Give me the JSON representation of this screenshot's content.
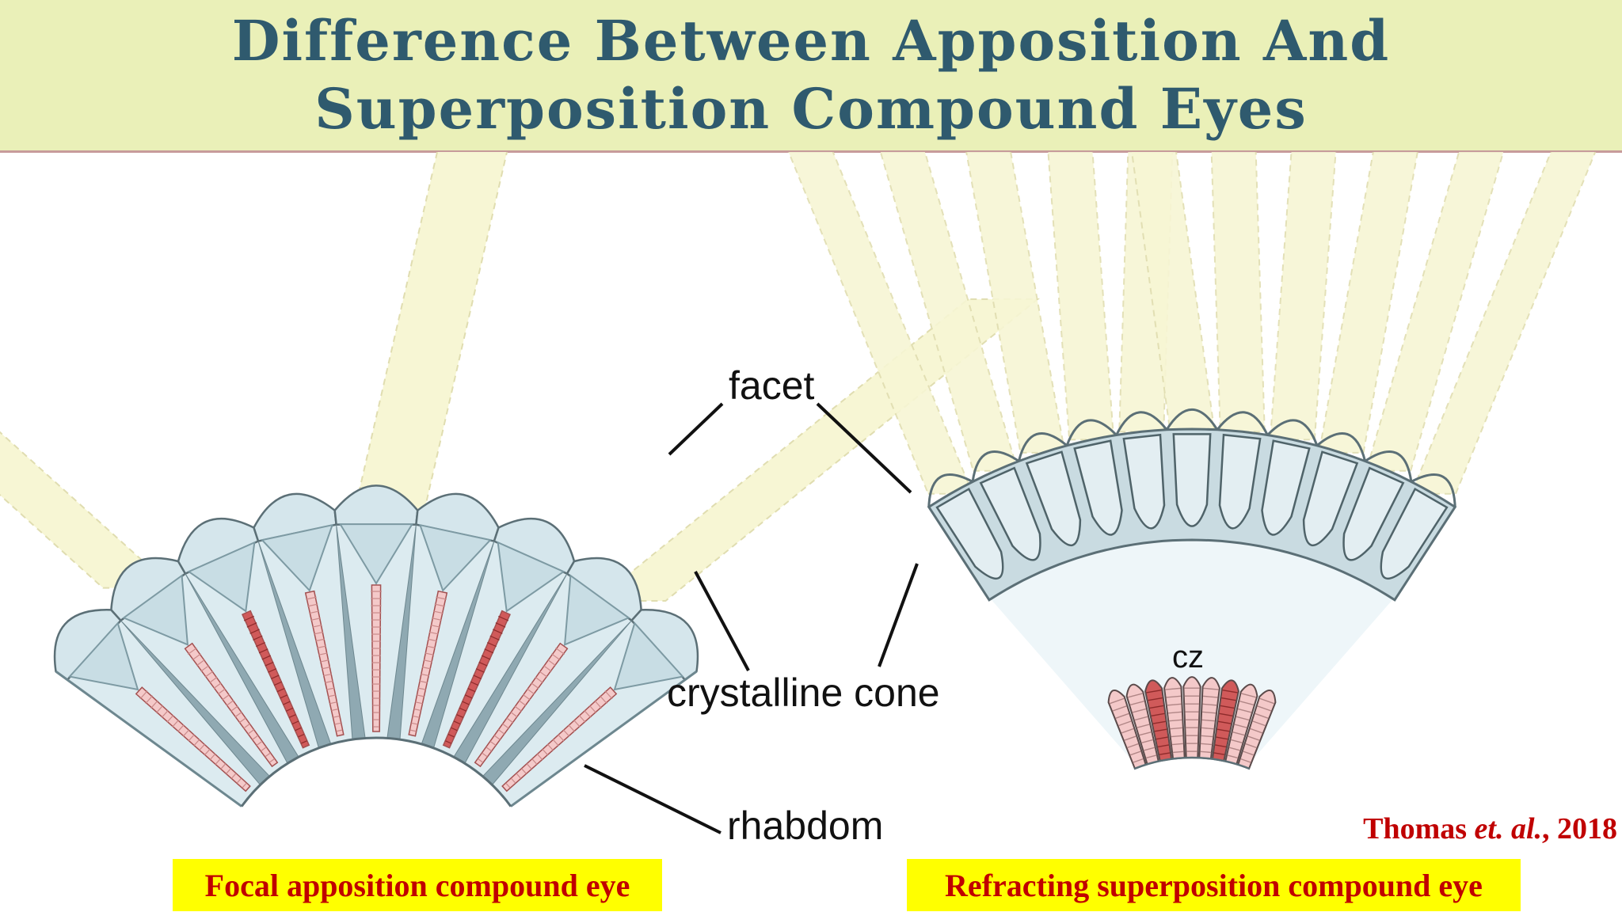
{
  "title": {
    "line1": "Difference Between Apposition And",
    "line2": "Superposition Compound Eyes"
  },
  "labels": {
    "facet": "facet",
    "crystalline_cone": "crystalline cone",
    "rhabdom": "rhabdom",
    "cz": "cz"
  },
  "captions": {
    "left": "Focal apposition compound eye",
    "right": "Refracting superposition compound eye"
  },
  "citation": {
    "author": "Thomas",
    "etal": "et. al.",
    "year": ", 2018"
  },
  "colors": {
    "title_band": "#eaf0b8",
    "title_text": "#2f5a6e",
    "lens_fill": "#d5e6ec",
    "pigment": "#8fa9b2",
    "rhabdom_light": "#f4c9c9",
    "rhabdom_dark": "#d05a5a",
    "light_beam": "#f7f6d4",
    "caption_bg": "#ffff00",
    "caption_text": "#c00000"
  }
}
